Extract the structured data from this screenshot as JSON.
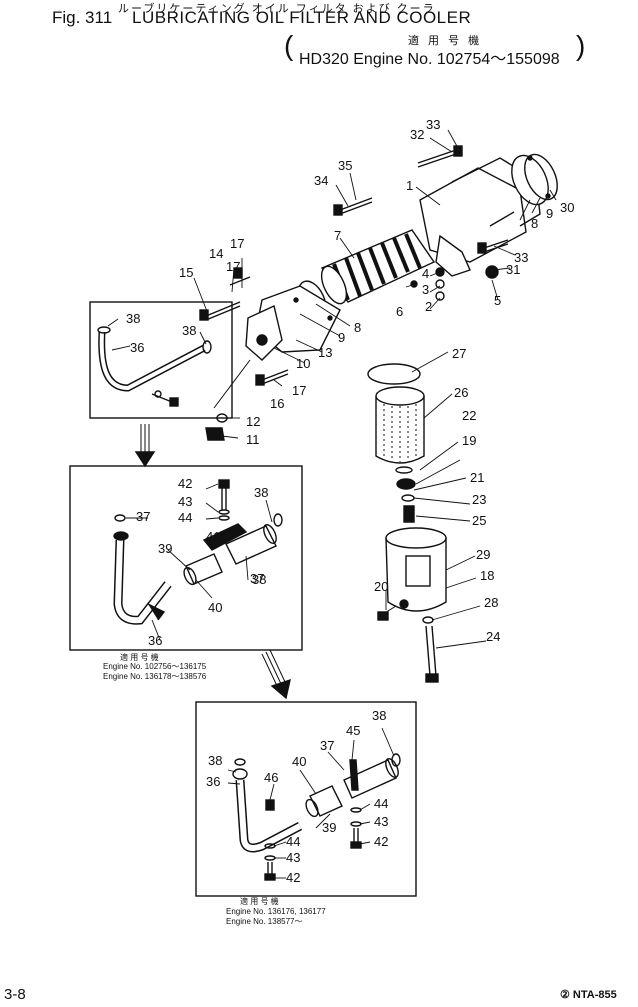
{
  "header": {
    "japanese_title": "ルーブリケーティング オイル フィルタ および クーラ",
    "figure_number": "Fig. 311",
    "title": "LUBRICATING OIL FILTER AND COOLER",
    "serial_label": "適 用 号 機",
    "serial_text": "HD320 Engine No. 102754～155098"
  },
  "callouts": [
    "1",
    "2",
    "3",
    "4",
    "5",
    "6",
    "7",
    "8",
    "8",
    "9",
    "9",
    "10",
    "11",
    "12",
    "13",
    "14",
    "15",
    "16",
    "17",
    "17",
    "17",
    "18",
    "19",
    "20",
    "21",
    "22",
    "23",
    "24",
    "25",
    "26",
    "27",
    "28",
    "29",
    "30",
    "31",
    "32",
    "33",
    "33",
    "34",
    "35",
    "36",
    "37",
    "38",
    "38",
    "36",
    "38",
    "37",
    "38",
    "39",
    "40",
    "41",
    "42",
    "43",
    "44",
    "36",
    "38",
    "45",
    "37",
    "38",
    "46",
    "40",
    "44",
    "43",
    "42",
    "39",
    "44",
    "43",
    "42"
  ],
  "notes": {
    "box2_label": "適 用 号 機",
    "box2_line1": "Engine No. 102756～136175",
    "box2_line2": "Engine No. 136178～138576",
    "box3_label": "適 用 号 機",
    "box3_line1": "Engine No. 136176, 136177",
    "box3_line2": "Engine No. 138577～"
  },
  "footer": {
    "page_number": "3-8",
    "doc_code": "② NTA-855"
  },
  "icons": [
    "cooler-body",
    "filter-element",
    "filter-case",
    "pipe",
    "hose",
    "bolt",
    "gasket-ring",
    "flow-arrow"
  ]
}
